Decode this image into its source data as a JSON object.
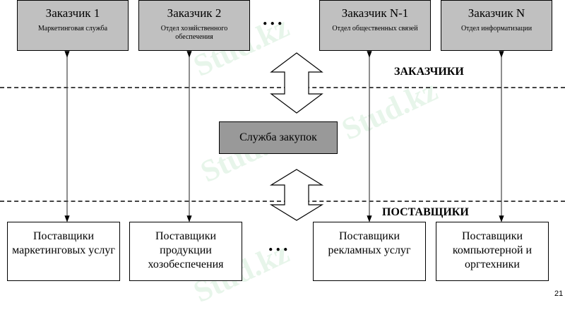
{
  "customers": [
    {
      "title": "Заказчик 1",
      "dept": "Маркетинговая служба"
    },
    {
      "title": "Заказчик 2",
      "dept": "Отдел хозяйственного обеспечения"
    },
    {
      "title": "Заказчик N-1",
      "dept": "Отдел общественных связей"
    },
    {
      "title": "Заказчик N",
      "dept": "Отдел информатизации"
    }
  ],
  "suppliers": [
    "Поставщики маркетинговых услуг",
    "Поставщики продукции хозобеспечения",
    "Поставщики рекламных услуг",
    "Поставщики компьютерной и оргтехники"
  ],
  "center": "Служба закупок",
  "labels": {
    "customers": "ЗАКАЗЧИКИ",
    "suppliers": "ПОСТАВЩИКИ"
  },
  "ellipsis": "...",
  "page_number": "21",
  "watermark": "Stud.kz"
}
